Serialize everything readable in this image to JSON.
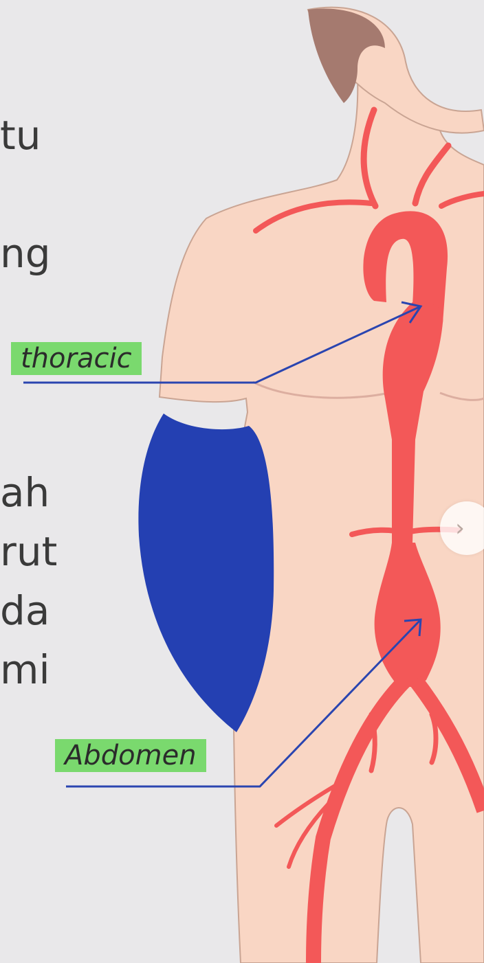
{
  "text_fragments": [
    "tu",
    "ng",
    "ah",
    "rut",
    "da",
    "mi"
  ],
  "labels": {
    "thoracic": "thoracic",
    "abdomen": "Abdomen"
  },
  "colors": {
    "background": "#e9e8ea",
    "skin": "#f9d6c4",
    "skin_outline": "#c9a493",
    "hair": "#a57a6f",
    "aorta": "#f35858",
    "pointer": "#2a45b0",
    "arm_blue": "#2440b2",
    "label_bg": "#7ad96e"
  },
  "icons": {
    "next": "chevron-right-icon"
  }
}
